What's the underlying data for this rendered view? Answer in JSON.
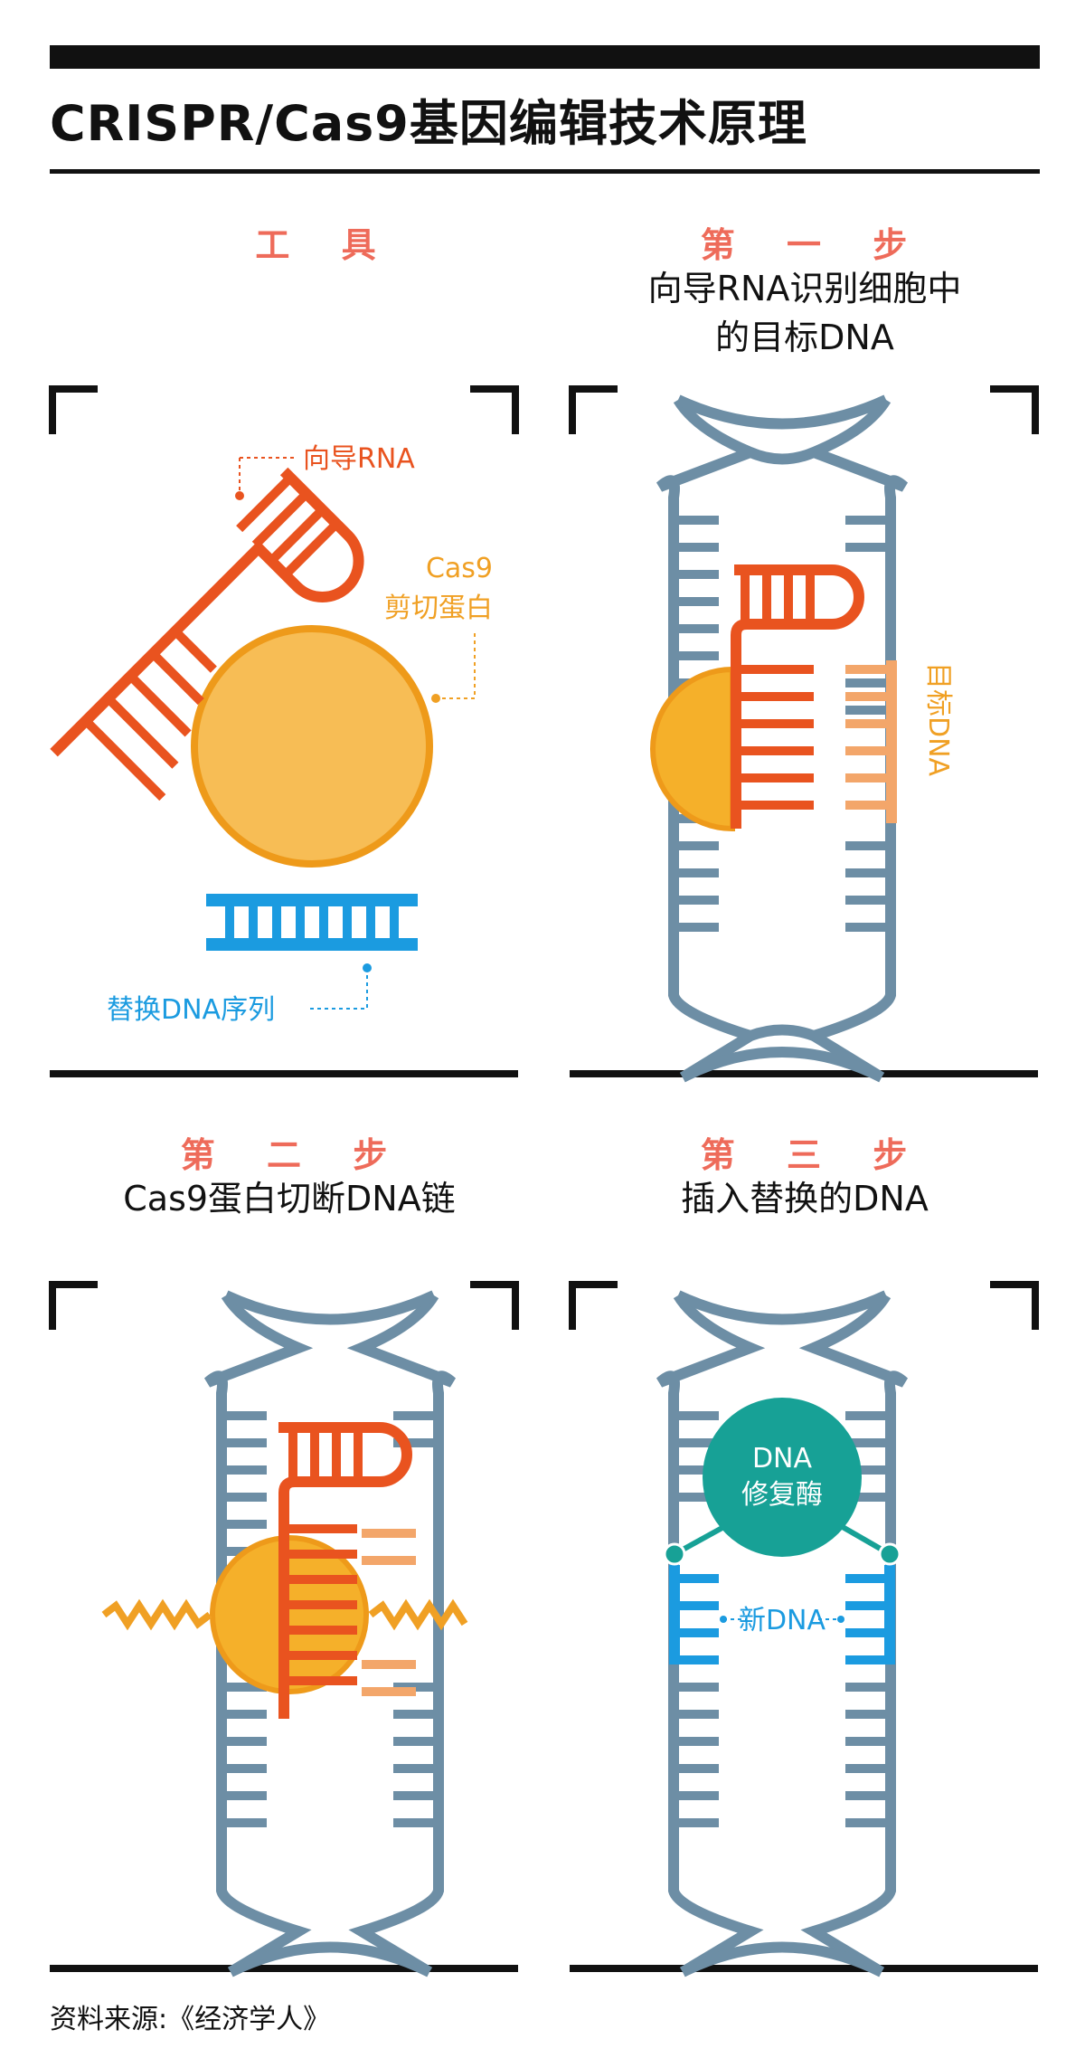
{
  "title": "CRISPR/Cas9基因编辑技术原理",
  "panels": {
    "tools": {
      "heading": "工 具",
      "labels": {
        "guide_rna": "向导RNA",
        "cas9_line1": "Cas9",
        "cas9_line2": "剪切蛋白",
        "replacement_dna": "替换DNA序列"
      }
    },
    "step1": {
      "heading": "第 一 步",
      "description_line1": "向导RNA识别细胞中",
      "description_line2": "的目标DNA",
      "labels": {
        "target_dna": "目标DNA"
      }
    },
    "step2": {
      "heading": "第 二 步",
      "description": "Cas9蛋白切断DNA链"
    },
    "step3": {
      "heading": "第 三 步",
      "description": "插入替换的DNA",
      "labels": {
        "repair_enzyme_line1": "DNA",
        "repair_enzyme_line2": "修复酶",
        "new_dna": "新DNA"
      }
    }
  },
  "source": "资料来源:《经济学人》",
  "colors": {
    "rna": "#e9531f",
    "cas9": "#f5b02a",
    "cas9_border": "#ee9a1a",
    "replacement": "#1b9be0",
    "dna_backbone": "#6d8ea5",
    "target": "#f3a66a",
    "enzyme": "#17a196",
    "heading": "#ee6b5a",
    "black": "#111111"
  }
}
